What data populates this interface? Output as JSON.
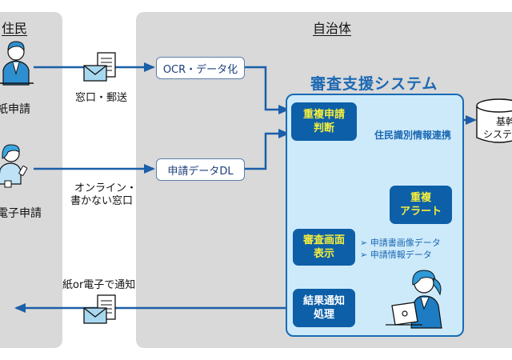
{
  "residents": {
    "header": "住民",
    "paper_application": "紙申請",
    "electronic_application": "電子申請"
  },
  "municipality": {
    "header": "自治体"
  },
  "channels": {
    "paper": "窓口・郵送",
    "online_line1": "オンライン・",
    "online_line2": "書かない窓口",
    "notify": "紙or電子で通知"
  },
  "process": {
    "ocr": "OCR・データ化",
    "download": "申請データDL"
  },
  "system": {
    "title": "審査支援システム",
    "duplicate_check_line1": "重複申請",
    "duplicate_check_line2": "判断",
    "duplicate_alert_line1": "重複",
    "duplicate_alert_line2": "アラート",
    "review_display_line1": "審査画面",
    "review_display_line2": "表示",
    "result_notice_line1": "結果通知",
    "result_notice_line2": "処理",
    "review_items": [
      "申請書画像データ",
      "申請情報データ"
    ],
    "link_label": "住民識別情報連携"
  },
  "core_system": {
    "line1": "基幹",
    "line2": "システム"
  },
  "colors": {
    "arrow": "#1a5fa8",
    "panel": "#d9d9d9",
    "system_bg": "#cdeafb",
    "decision_box": "#0d5fa8",
    "decision_text": "#f5ee3c"
  }
}
